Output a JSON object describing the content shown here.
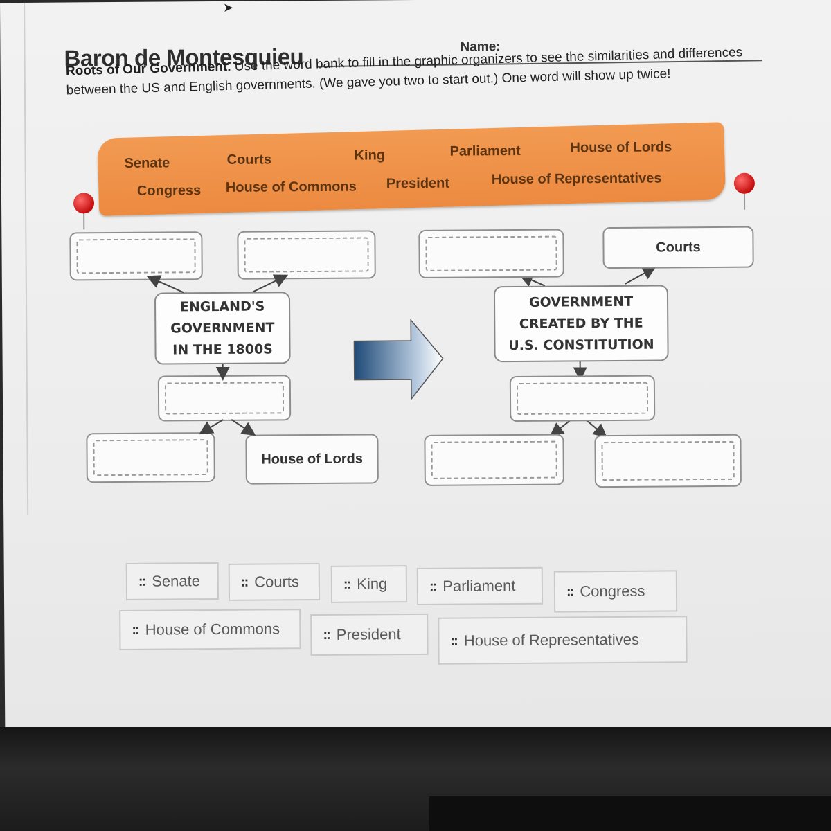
{
  "worksheet": {
    "title": "Baron de Montesquieu",
    "name_label": "Name:",
    "instructions_bold": "Roots of Our Government.",
    "instructions_text": " Use the word bank to fill in the graphic organizers to see the similarities and differences between the US and English governments. (We gave you two to start out.) One word will show up twice!"
  },
  "word_bank": [
    "Senate",
    "Courts",
    "King",
    "Parliament",
    "House of Lords",
    "Congress",
    "House of Commons",
    "President",
    "House of Representatives"
  ],
  "england": {
    "lines": [
      "ENGLAND'S",
      "GOVERNMENT",
      "IN THE 1800S"
    ],
    "given": "House of Lords"
  },
  "us": {
    "lines": [
      "GOVERNMENT",
      "CREATED BY THE",
      "U.S. CONSTITUTION"
    ],
    "given": "Courts"
  },
  "answer_tiles": [
    "Senate",
    "Courts",
    "King",
    "Parliament",
    "Congress",
    "House of Commons",
    "President",
    "House of Representatives"
  ],
  "icons": {
    "tile_grip": "::"
  },
  "colors": {
    "word_bank_fill": "#ec8a40",
    "pin": "#d21414",
    "arrow_start": "#1f4a78",
    "arrow_end": "#ffffff"
  }
}
